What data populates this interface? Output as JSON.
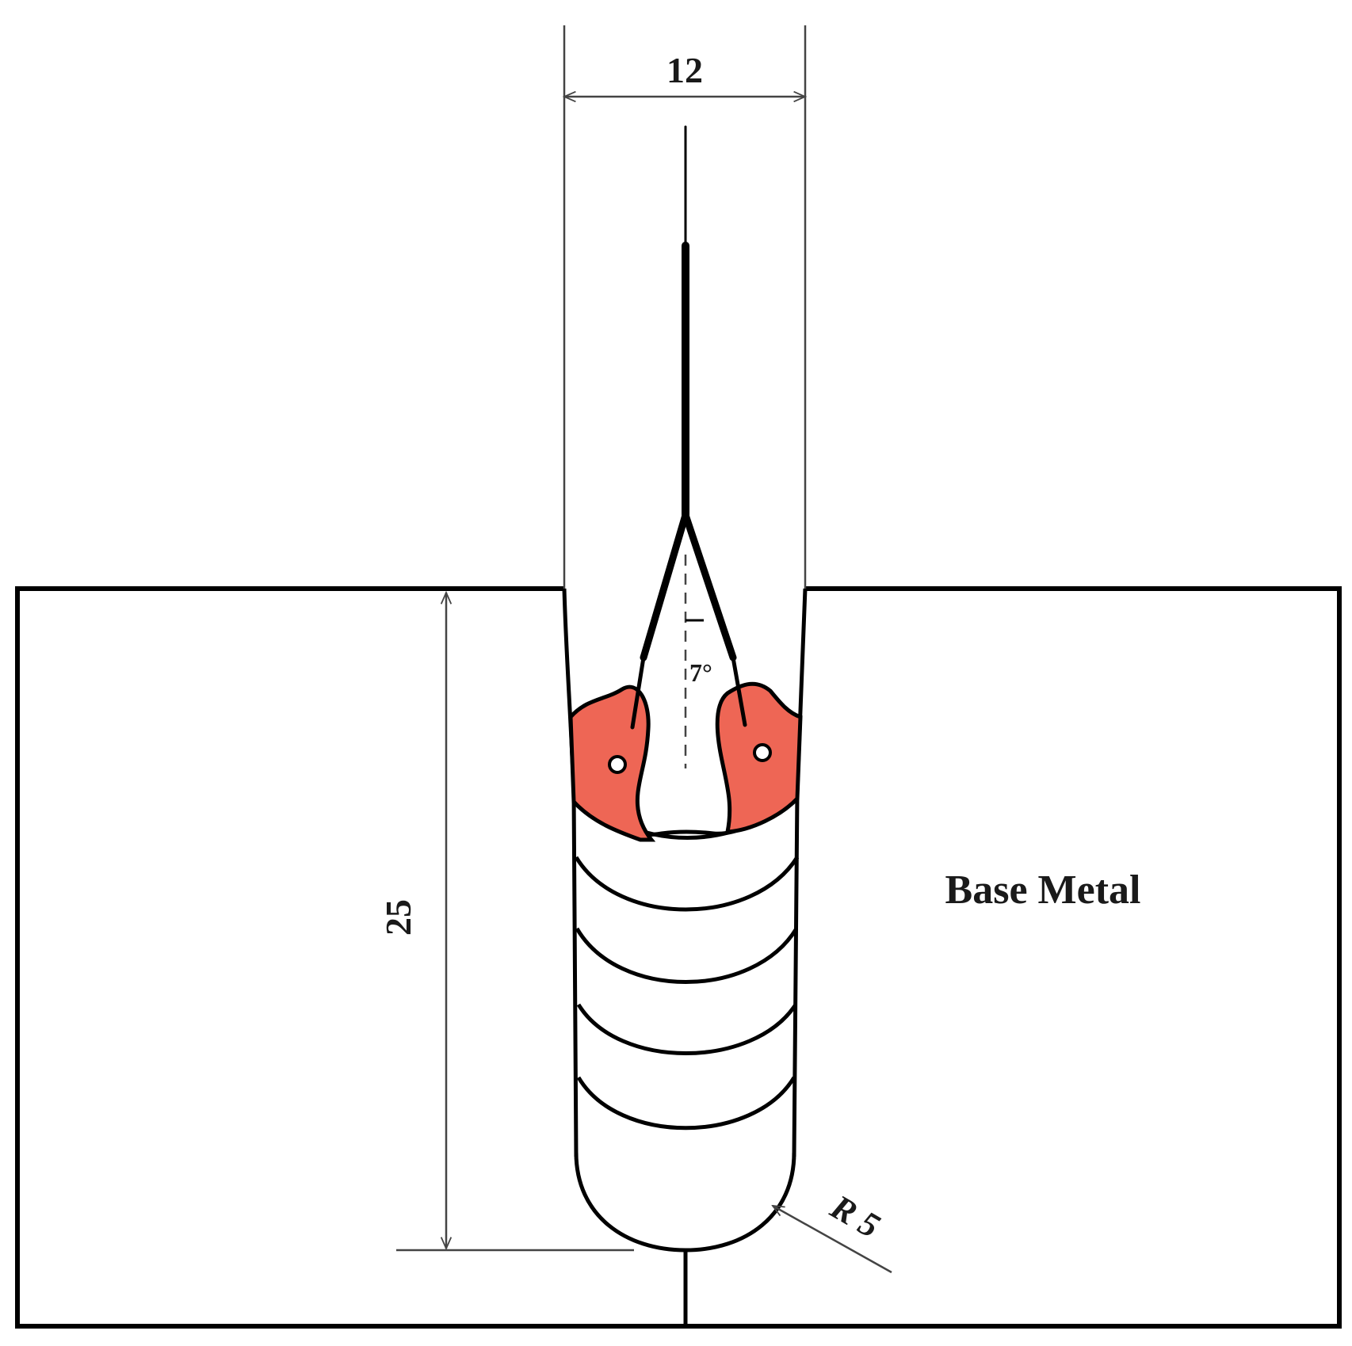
{
  "labels": {
    "groove_width": "12",
    "depth": "25",
    "wire_angle": "7°",
    "root_radius": "R 5",
    "base_metal": "Base Metal"
  },
  "colors": {
    "weld_pool": "#EE6655",
    "outline": "#000000",
    "dimension_line": "#555555"
  }
}
